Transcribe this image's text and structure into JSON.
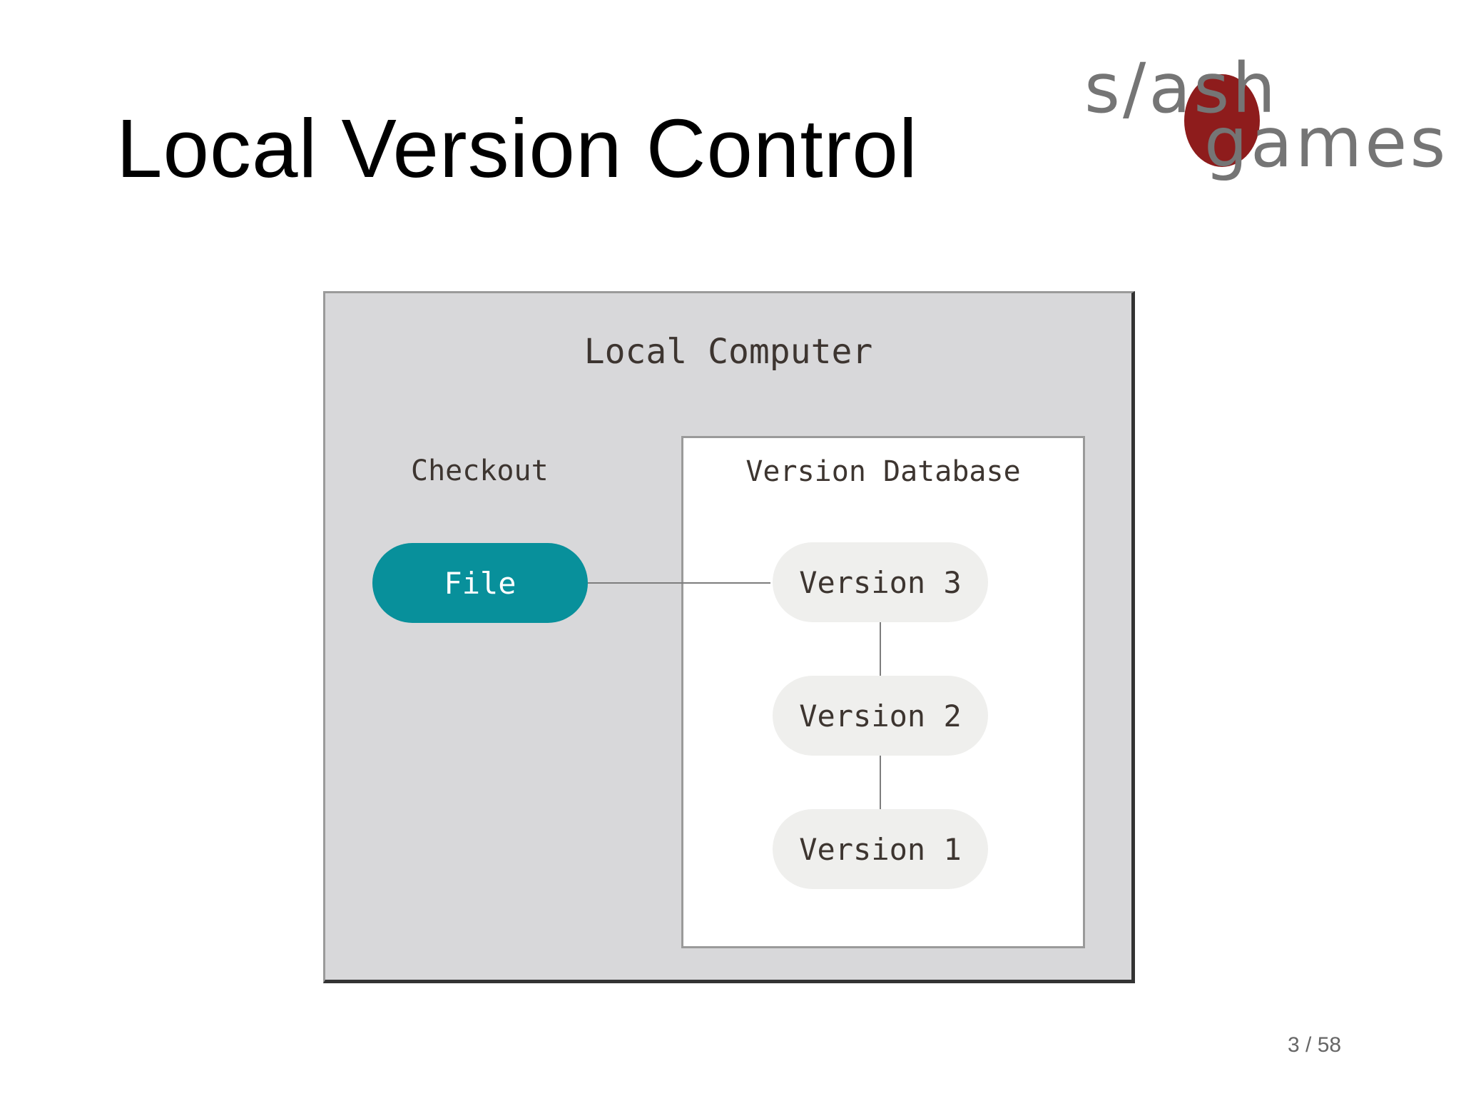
{
  "slide": {
    "title": "Local Version Control",
    "page_number": "3 / 58"
  },
  "logo": {
    "top_word": "s/ash",
    "bottom_word": "games",
    "circle_color": "#8e1c1c",
    "text_color": "#757575"
  },
  "diagram": {
    "computer_label": "Local Computer",
    "checkout_label": "Checkout",
    "file_label": "File",
    "database_label": "Version Database",
    "versions": [
      "Version 3",
      "Version 2",
      "Version 1"
    ],
    "colors": {
      "file": "#08909b",
      "computer_bg": "#d8d8da",
      "version_bg": "#efefed"
    }
  }
}
